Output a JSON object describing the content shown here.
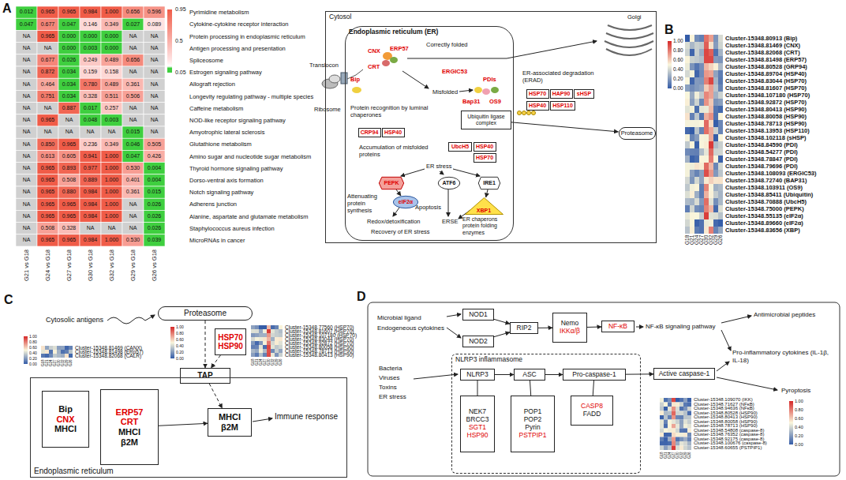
{
  "diagram": {
    "nodes": [
      {
        "text": [
          "Cytosol"
        ]
      },
      {
        "text": [
          "Endoplasmic reticulum (ER)"
        ],
        "in": 0
      },
      {
        "text": [
          "CRP94"
        ],
        "in": 1
      },
      {
        "text": [
          "HSP40"
        ],
        "in": 1
      },
      {
        "text": [
          "Ubiquitin ligase complex"
        ],
        "in": 1
      },
      {
        "text": [
          "Proteasome"
        ],
        "in": 0
      },
      {
        "text": [
          "HSP70"
        ],
        "in": 0
      },
      {
        "text": [
          "HAP90"
        ],
        "in": 0
      },
      {
        "text": [
          "sHSP"
        ],
        "in": 0
      },
      {
        "text": [
          "HSP40"
        ],
        "in": 0
      },
      {
        "text": [
          "HSP110"
        ],
        "in": 0
      },
      {
        "text": [
          "UbcH5"
        ],
        "in": 1
      },
      {
        "text": [
          "HSP40"
        ],
        "in": 1
      },
      {
        "text": [
          "HSP70"
        ],
        "in": 1
      },
      {
        "text": [
          "PEPK"
        ],
        "in": 1
      },
      {
        "text": [
          "ATF6"
        ],
        "in": 1
      },
      {
        "text": [
          "IRE1"
        ],
        "in": 1
      },
      {
        "text": [
          "eIF2α"
        ],
        "in": 1
      },
      {
        "text": [
          "XBP1"
        ],
        "in": 1
      },
      {
        "text": [
          "Proteasome"
        ]
      },
      {
        "text": [
          "HSP70",
          "HSP90"
        ]
      },
      {
        "text": [
          "TAP"
        ]
      },
      {
        "text": [
          "Endoplasmic reticulum"
        ]
      },
      {
        "text": [
          "Bip",
          "CNX",
          "MHCI"
        ],
        "in": 22
      },
      {
        "text": [
          "ERP57",
          "CRT",
          "MHCI",
          "β2M"
        ],
        "in": 22
      },
      {
        "text": [
          "MHCI",
          "β2M"
        ],
        "in": 22
      },
      {
        "text": [
          "NOD1"
        ]
      },
      {
        "text": [
          "NOD2"
        ]
      },
      {
        "text": [
          "RIP2"
        ]
      },
      {
        "text": [
          "Nemo",
          "IKKα/β"
        ]
      },
      {
        "text": [
          "NF-κB"
        ]
      },
      {
        "text": [
          "NLRP3 inflammasome"
        ]
      },
      {
        "text": [
          "NLRP3"
        ],
        "in": 31
      },
      {
        "text": [
          "ASC"
        ],
        "in": 31
      },
      {
        "text": [
          "Pro-caspase-1"
        ],
        "in": 31
      },
      {
        "text": [
          "NEK7",
          "BRCC3",
          "SGT1",
          "HSP90"
        ],
        "in": 31
      },
      {
        "text": [
          "POP1",
          "POP2",
          "Pyrin",
          "PSTPIP1"
        ],
        "in": 31
      },
      {
        "text": [
          "CASP8",
          "FADD"
        ],
        "in": 31
      },
      {
        "text": [
          "Active caspase-1"
        ]
      }
    ],
    "edges": [
      {
        "from": 4,
        "to": 5,
        "arrow": "to"
      },
      {
        "from": 14,
        "to": 17,
        "arrow": "to"
      },
      {
        "from": 16,
        "to": 18,
        "arrow": "to"
      },
      {
        "from": 19,
        "to": 21,
        "arrow": "to"
      },
      {
        "from": 20,
        "to": 21,
        "arrow": "to"
      },
      {
        "from": 21,
        "to": 25,
        "arrow": "to"
      },
      {
        "from": 24,
        "to": 25,
        "arrow": "to"
      },
      {
        "from": 26,
        "to": 28,
        "arrow": "to"
      },
      {
        "from": 27,
        "to": 28,
        "arrow": "to"
      },
      {
        "from": 28,
        "to": 29,
        "arrow": "to"
      },
      {
        "from": 29,
        "to": 30,
        "arrow": "to"
      },
      {
        "from": 32,
        "to": 33,
        "arrow": "to"
      },
      {
        "from": 33,
        "to": 34,
        "arrow": "to"
      },
      {
        "from": 34,
        "to": 38,
        "arrow": "to"
      },
      {
        "from": 32,
        "to": 35,
        "arrow": "none"
      },
      {
        "from": 33,
        "to": 36,
        "arrow": "none"
      },
      {
        "from": 34,
        "to": 37,
        "arrow": "none"
      }
    ],
    "labels": [
      "A",
      "0.95",
      "0.5",
      "0.05",
      "0.012",
      "0.965",
      "0.965",
      "0.984",
      "1.000",
      "0.656",
      "0.596",
      "Pyrimidine metabolism",
      "0.047",
      "0.677",
      "0.047",
      "0.146",
      "0.349",
      "0.027",
      "0.089",
      "Cytokine-cytokine receptor interaction",
      "NA",
      "0.965",
      "0.000",
      "0.000",
      "0.000",
      "NA",
      "NA",
      "Protein processing in endoplasmic reticulum",
      "NA",
      "NA",
      "0.000",
      "0.003",
      "0.000",
      "NA",
      "NA",
      "Antigen processing and presentation",
      "NA",
      "0.677",
      "0.026",
      "0.249",
      "0.489",
      "0.656",
      "NA",
      "Spliceosome",
      "NA",
      "0.872",
      "0.034",
      "0.159",
      "0.158",
      "NA",
      "NA",
      "Estrogen signaling pathway",
      "NA",
      "0.464",
      "0.034",
      "0.780",
      "0.489",
      "0.361",
      "NA",
      "Allograft rejection",
      "NA",
      "0.751",
      "0.034",
      "0.328",
      "0.511",
      "0.506",
      "NA",
      "Longevity regulating pathway - multiple species",
      "NA",
      "NA",
      "0.887",
      "0.017",
      "0.257",
      "NA",
      "NA",
      "Caffeine metabolism",
      "NA",
      "0.965",
      "NA",
      "0.048",
      "0.003",
      "NA",
      "NA",
      "NOD-like receptor signaling pathway",
      "NA",
      "NA",
      "NA",
      "NA",
      "NA",
      "0.015",
      "NA",
      "Amyotrophic lateral sclerosis",
      "NA",
      "0.850",
      "0.965",
      "0.236",
      "0.349",
      "0.046",
      "0.505",
      "Glutathione metabolism",
      "NA",
      "0.613",
      "0.605",
      "0.941",
      "1.000",
      "0.047",
      "0.426",
      "Amino sugar and nucleotide sugar metabolism",
      "NA",
      "0.965",
      "0.893",
      "0.977",
      "1.000",
      "0.530",
      "0.004",
      "Thyroid hormone signaling pathway",
      "NA",
      "0.965",
      "0.508",
      "0.889",
      "1.000",
      "0.401",
      "0.004",
      "Dorso-ventral axis formation",
      "NA",
      "0.965",
      "0.880",
      "0.984",
      "1.000",
      "0.361",
      "0.015",
      "Notch signaling pathway",
      "NA",
      "0.965",
      "0.965",
      "0.984",
      "1.000",
      "NA",
      "0.026",
      "Adherens junction",
      "NA",
      "0.965",
      "0.965",
      "0.984",
      "1.000",
      "NA",
      "0.026",
      "Alanine, aspartate and glutamate metabolism",
      "NA",
      "0.508",
      "0.328",
      "NA",
      "NA",
      "NA",
      "0.026",
      "Staphylococcus aureus infection",
      "NA",
      "0.965",
      "0.965",
      "0.984",
      "1.000",
      "0.530",
      "0.039",
      "MicroRNAs in cancer",
      "G21 vs G18",
      "G24 vs G18",
      "G27 vs G18",
      "G30 vs G18",
      "G32 vs G18",
      "G29 vs G18",
      "G26 vs G18",
      "B",
      "Golgi",
      "Translocon",
      "Ribosome",
      "Bip",
      "CNX",
      "ERP57",
      "CRT",
      "Correctly folded",
      "ERGIC53",
      "Protein recognition by luminal chaperones",
      "Misfolded",
      "PDIs",
      "Bap31",
      "OS9",
      "ER-associated degradation (ERAD)",
      "Accumulation of misfolded proteins",
      "ER stress",
      "Attenuating protein synthesis",
      "Redox/detoxification",
      "Apoptosis",
      "ERSE",
      "ER chaperons protein folding enzymes",
      "Recovery of ER stress",
      "Cluster-15348.80913 (Bip)",
      "Cluster-15348.81469 (CNX)",
      "Cluster-15348.82068 (CRT)",
      "Cluster-15348.81498 (ERP57)",
      "Cluster-15348.80528 (GRP94)",
      "Cluster-15348.89704 (HSP40)",
      "Cluster-15348.83044 (HSP70)",
      "Cluster-15348.81607 (HSP70)",
      "Cluster-15348.107180 (HSP70)",
      "Cluster-15348.92872 (HSP70)",
      "Cluster-15348.80413 (HSP90)",
      "Cluster-15348.80058 (HSP90)",
      "Cluster-15348.78713 (HSP90)",
      "Cluster-15348.13953 (HSP110)",
      "Cluster-15348.102118 (sHSP)",
      "Cluster-15348.84590 (PDI)",
      "Cluster-15348.54277 (PDI)",
      "Cluster-15348.78847 (PDI)",
      "Cluster-15348.79696 (PDI)",
      "Cluster-15348.108093 (ERGIC53)",
      "Cluster-15348.72740 (BAP31)",
      "Cluster-15348.103911 (OS9)",
      "Cluster-15348.85411 (Ubiquitin)",
      "Cluster-15348.70888 (UbcH5)",
      "Cluster-15348.75000 (PEPK)",
      "Cluster-15348.55135 (eIF2α)",
      "Cluster-15348.89660 (eIF2α)",
      "Cluster-15348.83656 (XBP)",
      "G18",
      "G21",
      "G24",
      "G27",
      "G30",
      "G32",
      "G29",
      "G26",
      "1.00",
      "0.80",
      "0.60",
      "0.40",
      "0.20",
      "0.00",
      "C",
      "Cytosolic antigens",
      "Immune response",
      "Cluster-15348.81469 (CANX)",
      "Cluster-15348.81498 (ERp57)",
      "Cluster-15348.82068 (CALR)",
      "G18",
      "G21",
      "G24",
      "G27",
      "G30",
      "G32",
      "G29",
      "G26",
      "1.00",
      "0.80",
      "0.60",
      "0.40",
      "0.20",
      "0.00",
      "Cluster-15348.77560 (HSP70)",
      "Cluster-15348.81607 (HSP70)",
      "Cluster-15348.107180 (HSP70)",
      "Cluster-15348.83044 (HSP70)",
      "Cluster-15348.92872 (HSP70)",
      "Cluster-15348.80058 (HSP90)",
      "Cluster-15348.78713 (HSP90)",
      "Cluster-15348.80413 (HSP90)",
      "G18",
      "G21",
      "G24",
      "G27",
      "G30",
      "G32",
      "G29",
      "G26",
      "1.00",
      "0.80",
      "0.60",
      "0.40",
      "0.20",
      "0.00",
      "D",
      "Microbial ligand",
      "Endogeneous cytokines",
      "NF-κB signaling pathway",
      "Antimicrobial peptides",
      "Pro-inflammatory cytokines (IL-1β, IL-18)",
      "Pyroptosis",
      "Bacteria",
      "Viruses",
      "Toxins",
      "ER stress",
      "Cluster-15348.109070 (IKK)",
      "Cluster-15348.71627 (NFκB)",
      "Cluster-15348.94636 (NFκB)",
      "Cluster-15348.80528 (HSP90)",
      "Cluster-15348.80413 (HSP90)",
      "Cluster-15348.80058 (HSP90)",
      "Cluster-15348.78713 (HSP90)",
      "Cluster-15348.54808 (caspase-8)",
      "Cluster-15348.76352 (caspase-8)",
      "Cluster-15348.92175 (caspase-8)",
      "Cluster-15348.100676 (caspase-8)",
      "Cluster-15348.60655 (PSTPIP1)",
      "G18",
      "G21",
      "G24",
      "G27",
      "G30",
      "G32",
      "G29",
      "G26",
      "1.00",
      "0.80",
      "0.60",
      "0.40",
      "0.20",
      "0.00"
    ]
  }
}
